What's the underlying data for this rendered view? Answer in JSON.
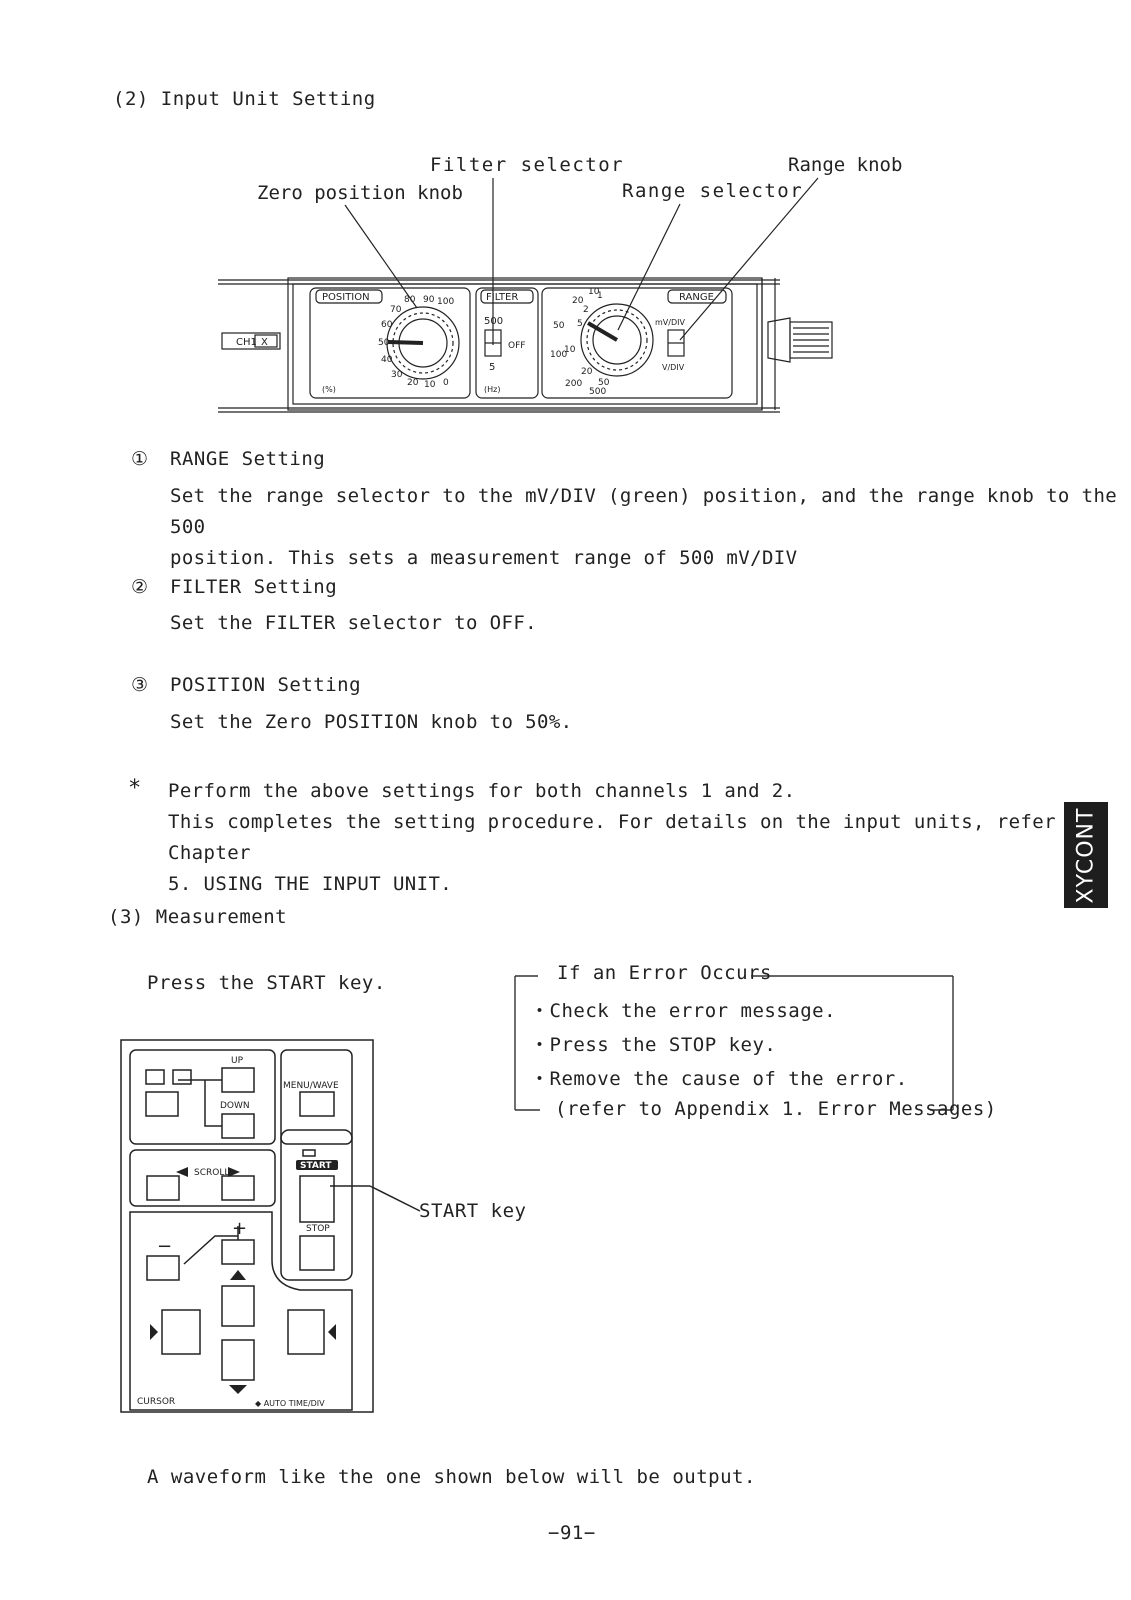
{
  "sections": {
    "input_unit_setting": "(2) Input Unit Setting",
    "measurement": "(3) Measurement"
  },
  "callouts": {
    "filter_selector": "Filter selector",
    "zero_position_knob": "Zero position knob",
    "range_selector": "Range selector",
    "range_knob": "Range knob",
    "start_key": "START key"
  },
  "panel": {
    "ch_label": "CH1",
    "ch_axis": "X",
    "position_label": "POSITION",
    "filter_label": "FILTER",
    "range_label": "RANGE",
    "percent": "(%)",
    "hz": "(Hz)",
    "filter_500": "500",
    "filter_5": "5",
    "filter_off": "OFF",
    "mvdiv": "mV/DIV",
    "vdiv": "V/DIV",
    "pos_scale": [
      "100",
      "90",
      "80",
      "70",
      "60",
      "50",
      "40",
      "30",
      "20",
      "10",
      "0"
    ],
    "range_scale": [
      "1",
      "2",
      "5",
      "10",
      "20",
      "50",
      "500",
      "200",
      "100",
      "50",
      "20",
      "10"
    ]
  },
  "steps": [
    {
      "marker": "①",
      "title": "RANGE Setting",
      "lines": [
        "Set the range selector to the mV/DIV (green) position, and the range knob to the 500",
        "position. This sets a measurement range of 500 mV/DIV"
      ]
    },
    {
      "marker": "②",
      "title": "FILTER Setting",
      "lines": [
        "Set the FILTER selector to OFF."
      ]
    },
    {
      "marker": "③",
      "title": "POSITION Setting",
      "lines": [
        "Set the Zero POSITION knob to 50%."
      ]
    }
  ],
  "note": {
    "marker": "*",
    "lines": [
      "Perform the above settings for both channels 1 and 2.",
      "This completes the setting procedure. For details on the input units, refer to Chapter",
      "5. USING THE INPUT UNIT."
    ]
  },
  "press_start": "Press the START key.",
  "error_box": {
    "title": "If an Error Occurs",
    "items": [
      "・Check the error message.",
      "・Press the STOP key.",
      "・Remove the cause of the error."
    ],
    "ref": "(refer to Appendix 1. Error Messages)"
  },
  "keypad": {
    "up": "UP",
    "down": "DOWN",
    "menu_wave": "MENU/WAVE",
    "scroll": "SCROLL",
    "start": "START",
    "stop": "STOP",
    "cursor": "CURSOR",
    "auto_time": "◆ AUTO TIME/DIV",
    "minus": "−",
    "plus": "+"
  },
  "waveform_text": "A waveform like the one shown below will be output.",
  "page_number": "−91−",
  "side_tab": "XYCONT"
}
